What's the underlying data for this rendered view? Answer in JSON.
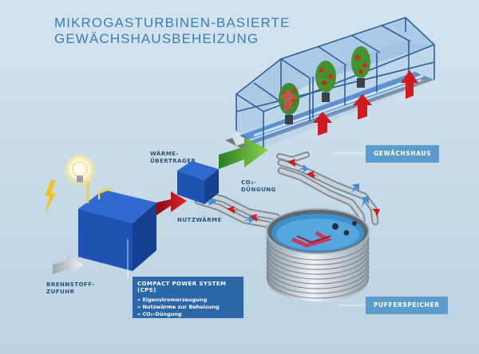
{
  "title": {
    "line1": "MIKROGASTURBINEN-BASIERTE",
    "line2": "GEWÄCHSHAUSBEHEIZUNG"
  },
  "labels": {
    "waerme_line1": "WÄRME-",
    "waerme_line2": "ÜBERTRAGER",
    "co2_line1": "CO₂-",
    "co2_line2": "DÜNGUNG",
    "nutzwaerme": "NUTZWÄRME",
    "brennstoff_line1": "BRENNSTOFF-",
    "brennstoff_line2": "ZUFUHR"
  },
  "tags": {
    "gewaechshaus": "GEWÄCHSHAUS",
    "pufferspeicher": "PUFFERSPEICHER"
  },
  "cps": {
    "heading": "COMPACT POWER SYSTEM (CPS)",
    "items": [
      "» Eigenstromerzeugung",
      "» Nutzwärme zur Beheizung",
      "» CO₂-Düngung"
    ]
  },
  "colors": {
    "background": "#c9dcea",
    "title": "#3a7db4",
    "box_blue": "#1f55b0",
    "arrow_red": "#c5141c",
    "arrow_green": "#4fae3a",
    "pipe_blue": "#3f8fd6",
    "tag_bg": "#5c9ccb",
    "cps_bg": "#2b66a8"
  }
}
